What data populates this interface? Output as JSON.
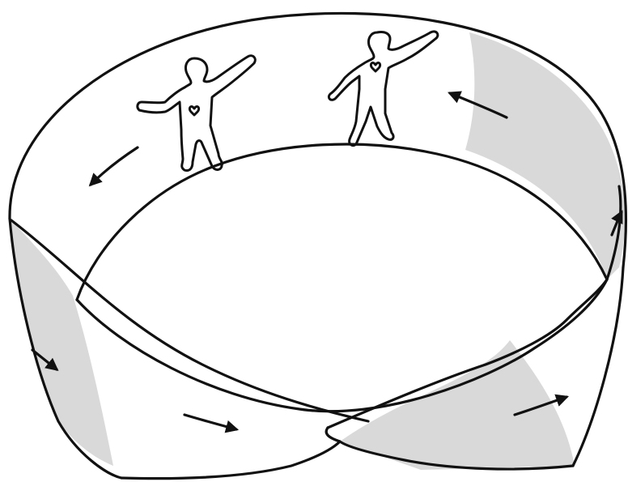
{
  "colors": {
    "ink": "#111111",
    "paper": "#ffffff",
    "shade": "#d9d9d9"
  },
  "figures": [
    {
      "name": "left-figure",
      "heart": true
    },
    {
      "name": "right-figure",
      "heart": true
    }
  ],
  "arrows": [
    {
      "name": "arrow-top-left",
      "direction": "down-left"
    },
    {
      "name": "arrow-top-right",
      "direction": "up-left"
    },
    {
      "name": "arrow-right-edge",
      "direction": "up"
    },
    {
      "name": "arrow-left-edge",
      "direction": "down-right"
    },
    {
      "name": "arrow-bottom-center",
      "direction": "right"
    },
    {
      "name": "arrow-bottom-right",
      "direction": "up-right"
    }
  ]
}
